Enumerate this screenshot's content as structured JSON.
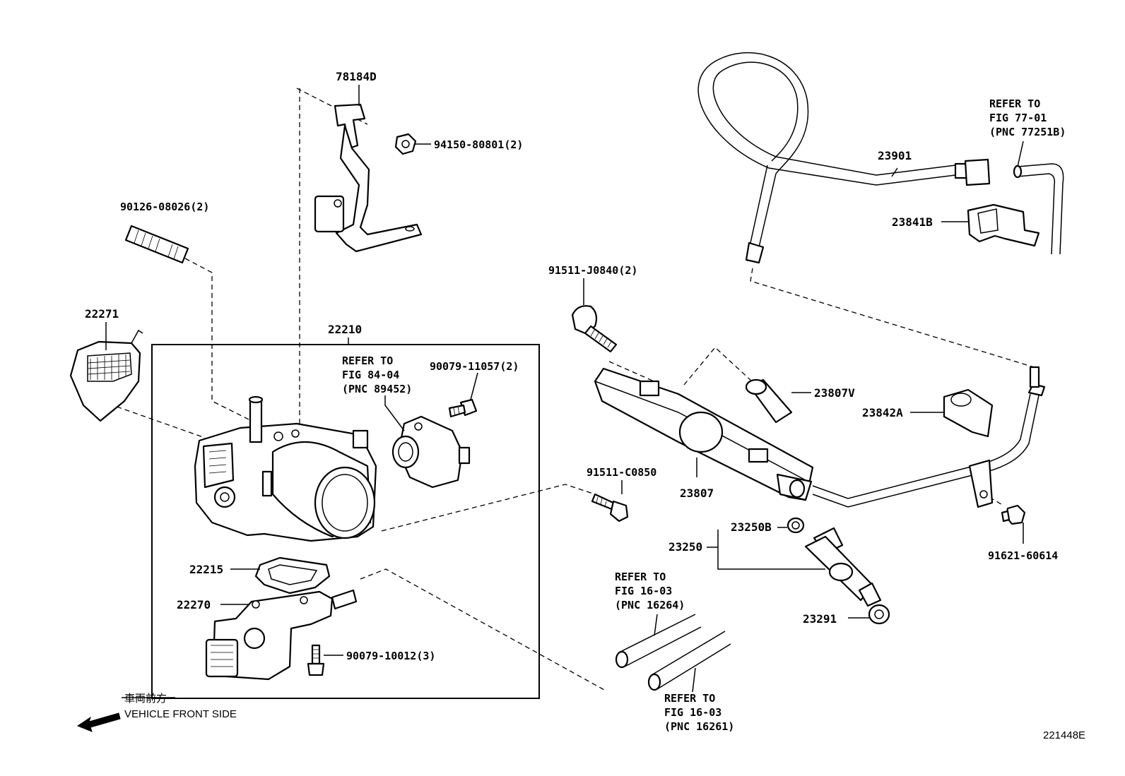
{
  "labels": {
    "p78184D": "78184D",
    "p94150": "94150-80801(2)",
    "p90126": "90126-08026(2)",
    "p22271": "22271",
    "p22210": "22210",
    "p90079_11057": "90079-11057(2)",
    "p22215": "22215",
    "p22270": "22270",
    "p90079_10012": "90079-10012(3)",
    "p23901": "23901",
    "p23841B": "23841B",
    "p91511_J0840": "91511-J0840(2)",
    "p23807V": "23807V",
    "p23842A": "23842A",
    "p91511_C0850": "91511-C0850",
    "p23807": "23807",
    "p23250B": "23250B",
    "p23250": "23250",
    "p91621": "91621-60614",
    "p23291": "23291"
  },
  "refs": {
    "fig84": [
      "REFER TO",
      "FIG 84-04",
      "(PNC 89452)"
    ],
    "fig77": [
      "REFER TO",
      "FIG 77-01",
      "(PNC 77251B)"
    ],
    "fig16a": [
      "REFER TO",
      "FIG 16-03",
      "(PNC 16264)"
    ],
    "fig16b": [
      "REFER TO",
      "FIG 16-03",
      "(PNC 16261)"
    ]
  },
  "footer": {
    "front_jp": "車両前方",
    "front_en": "VEHICLE FRONT SIDE",
    "diagram_id": "221448E"
  }
}
